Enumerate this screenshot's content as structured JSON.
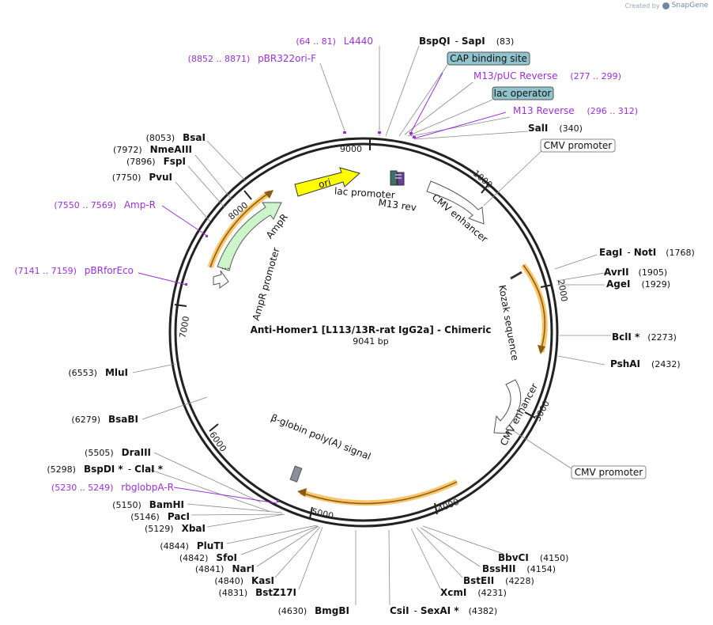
{
  "watermark": {
    "created_by": "Created by",
    "brand": "SnapGene"
  },
  "plasmid": {
    "name": "Anti-Homer1 [L113/13R-rat IgG2a] - Chimeric",
    "size_label": "9041 bp",
    "length": 9041
  },
  "ticks": [
    "1000",
    "2000",
    "3000",
    "4000",
    "5000",
    "6000",
    "7000",
    "8000",
    "9000"
  ],
  "sites": [
    {
      "name": "BspQI",
      "name2": "SapI",
      "pos": "(83)"
    },
    {
      "name": "SalI",
      "pos": "(340)"
    },
    {
      "name": "EagI",
      "name2": "NotI",
      "pos": "(1768)"
    },
    {
      "name": "AvrII",
      "pos": "(1905)"
    },
    {
      "name": "AgeI",
      "pos": "(1929)"
    },
    {
      "name": "BclI *",
      "pos": "(2273)"
    },
    {
      "name": "PshAI",
      "pos": "(2432)"
    },
    {
      "name": "BbvCI",
      "pos": "(4150)"
    },
    {
      "name": "BssHII",
      "pos": "(4154)"
    },
    {
      "name": "BstEII",
      "pos": "(4228)"
    },
    {
      "name": "XcmI",
      "pos": "(4231)"
    },
    {
      "name": "CsiI",
      "name2": "SexAI *",
      "pos": "(4382)"
    },
    {
      "name": "BmgBI",
      "pos": "(4630)"
    },
    {
      "name": "BstZ17I",
      "pos": "(4831)"
    },
    {
      "name": "KasI",
      "pos": "(4840)"
    },
    {
      "name": "NarI",
      "pos": "(4841)"
    },
    {
      "name": "SfoI",
      "pos": "(4842)"
    },
    {
      "name": "PluTI",
      "pos": "(4844)"
    },
    {
      "name": "XbaI",
      "pos": "(5129)"
    },
    {
      "name": "PacI",
      "pos": "(5146)"
    },
    {
      "name": "BamHI",
      "pos": "(5150)"
    },
    {
      "name": "BspDI *",
      "name2": "ClaI *",
      "pos": "(5298)"
    },
    {
      "name": "DraIII",
      "pos": "(5505)"
    },
    {
      "name": "BsaBI",
      "pos": "(6279)"
    },
    {
      "name": "MluI",
      "pos": "(6553)"
    },
    {
      "name": "PvuI",
      "pos": "(7750)"
    },
    {
      "name": "FspI",
      "pos": "(7896)"
    },
    {
      "name": "NmeAIII",
      "pos": "(7972)"
    },
    {
      "name": "BsaI",
      "pos": "(8053)"
    }
  ],
  "primers": [
    {
      "range": "(64 .. 81)",
      "name": "L4440"
    },
    {
      "range": "(8852 .. 8871)",
      "name": "pBR322ori-F"
    },
    {
      "name": "M13/pUC Reverse",
      "range": "(277 .. 299)"
    },
    {
      "name": "M13 Reverse",
      "range": "(296 .. 312)"
    },
    {
      "range": "(7550 .. 7569)",
      "name": "Amp-R"
    },
    {
      "range": "(7141 .. 7159)",
      "name": "pBRforEco"
    },
    {
      "range": "(5230 .. 5249)",
      "name": "rbglobpA-R"
    }
  ],
  "boxed_features": [
    {
      "label": "CAP binding site",
      "fill": "#8fc4cf"
    },
    {
      "label": "lac operator",
      "fill": "#8fc4cf"
    },
    {
      "label": "CMV promoter",
      "fill": "#ffffff"
    },
    {
      "label": "CMV promoter",
      "fill": "#ffffff"
    }
  ],
  "features": [
    {
      "label": "ori",
      "color": "#ffff00"
    },
    {
      "label": "lac promoter"
    },
    {
      "label": "M13 rev"
    },
    {
      "label": "CMV enhancer"
    },
    {
      "label": "Kozak sequence"
    },
    {
      "label": "CMV enhancer"
    },
    {
      "label": "β-globin poly(A) signal"
    },
    {
      "label": "AmpR",
      "color": "#ccf5cc"
    },
    {
      "label": "AmpR promoter"
    },
    {
      "label": "...",
      "note": "ellipsis inside AmpR"
    }
  ],
  "colors": {
    "primer": "#9b30d9",
    "orf_highlight": "#f5b23a",
    "ring": "#222222"
  }
}
